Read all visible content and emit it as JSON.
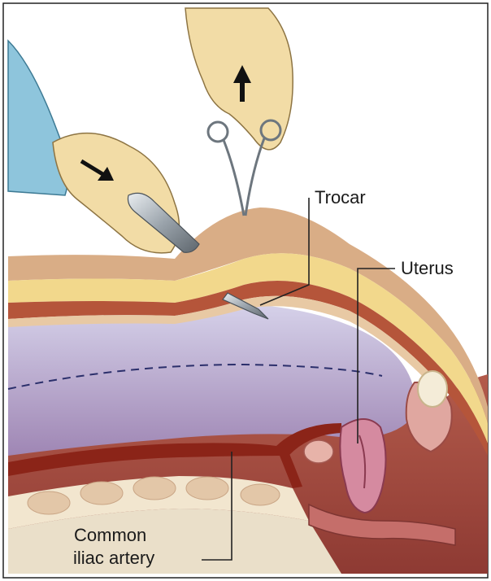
{
  "labels": {
    "trocar": "Trocar",
    "uterus": "Uterus",
    "artery_line1": "Common",
    "artery_line2": "iliac artery"
  },
  "colors": {
    "background": "#ffffff",
    "frame": "#222222",
    "skin": "#d9b08a",
    "fat": "#f2d88c",
    "muscle": "#b5553a",
    "cavity": "#c9c2dd",
    "tissue": "#a8483f",
    "vessel": "#8b2418",
    "spine": "#f2e6cf",
    "uterus": "#d58aa0",
    "glove": "#f2dca6",
    "gown": "#8ec5dc",
    "instrument": "#9aa3ab",
    "leader": "#222222",
    "dashed": "#2b2f6b"
  }
}
